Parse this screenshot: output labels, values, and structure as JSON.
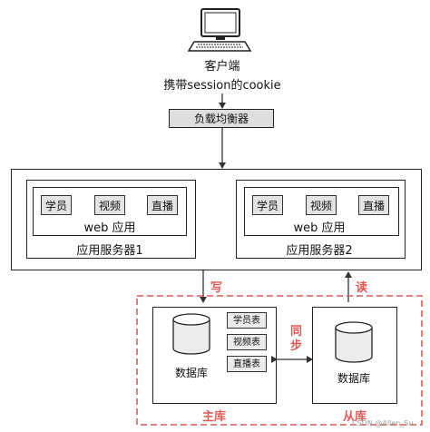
{
  "client": {
    "label": "客户端",
    "note": "携带session的cookie"
  },
  "load_balancer": {
    "label": "负载均衡器"
  },
  "servers": [
    {
      "title": "应用服务器1",
      "app_label": "web 应用",
      "services": [
        "学员",
        "视频",
        "直播"
      ]
    },
    {
      "title": "应用服务器2",
      "app_label": "web 应用",
      "services": [
        "学员",
        "视频",
        "直播"
      ]
    }
  ],
  "arrows": {
    "write": "写",
    "read": "读",
    "sync": "同步"
  },
  "master": {
    "label": "主库",
    "db_label": "数据库",
    "tables": [
      "学员表",
      "视频表",
      "直播表"
    ]
  },
  "slave": {
    "label": "从库",
    "db_label": "数据库"
  },
  "watermark": "CSDN @Allen_Su",
  "colors": {
    "dashed_border": "#e05a55",
    "label_red": "#e05a55",
    "service_fill": "#e3e3e3"
  }
}
